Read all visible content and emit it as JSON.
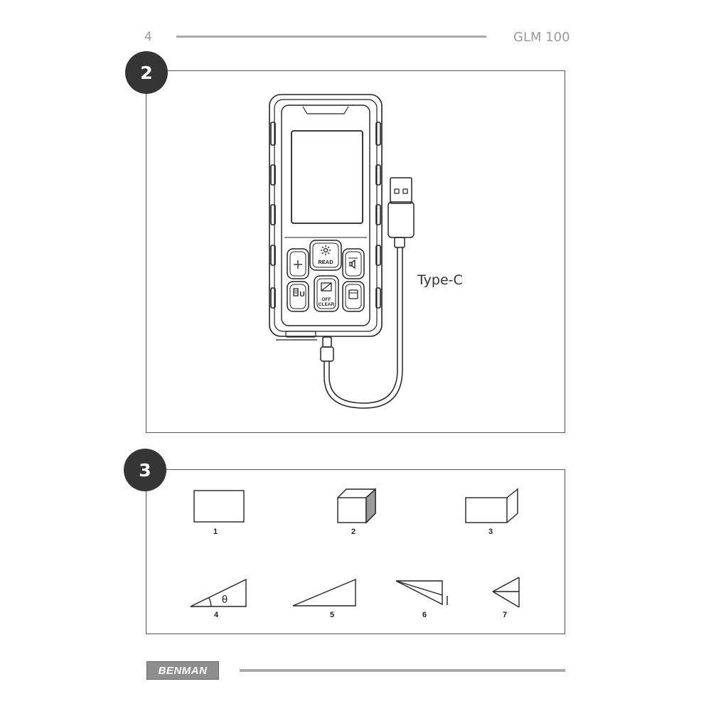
{
  "header": {
    "page_number": "4",
    "model": "GLM 100"
  },
  "step2": {
    "number": "2",
    "cable_label": "Type-C",
    "device_buttons": {
      "read": "READ",
      "off_clear_line1": "OFF",
      "off_clear_line2": "CLEAR",
      "unit": "U"
    }
  },
  "step3": {
    "number": "3",
    "modes": [
      {
        "label": "1"
      },
      {
        "label": "2"
      },
      {
        "label": "3"
      },
      {
        "label": "4",
        "angle_symbol": "θ"
      },
      {
        "label": "5"
      },
      {
        "label": "6"
      },
      {
        "label": "7"
      }
    ]
  },
  "footer": {
    "brand": "BENMAN"
  }
}
